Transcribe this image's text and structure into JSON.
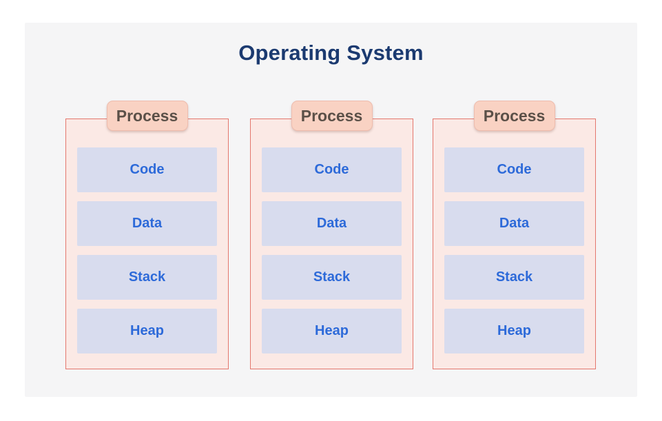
{
  "title": "Operating System",
  "colors": {
    "panel_bg": "#f5f5f6",
    "title_color": "#1b3a70",
    "process_fill": "#fbe9e5",
    "process_border": "#e4766c",
    "tab_fill": "#f9d2c3",
    "tab_border": "#eebcad",
    "tab_text": "#5b5048",
    "segment_fill": "#d8dcee",
    "segment_text": "#2d6ad9"
  },
  "processes": [
    {
      "label": "Process",
      "segments": [
        "Code",
        "Data",
        "Stack",
        "Heap"
      ]
    },
    {
      "label": "Process",
      "segments": [
        "Code",
        "Data",
        "Stack",
        "Heap"
      ]
    },
    {
      "label": "Process",
      "segments": [
        "Code",
        "Data",
        "Stack",
        "Heap"
      ]
    }
  ]
}
